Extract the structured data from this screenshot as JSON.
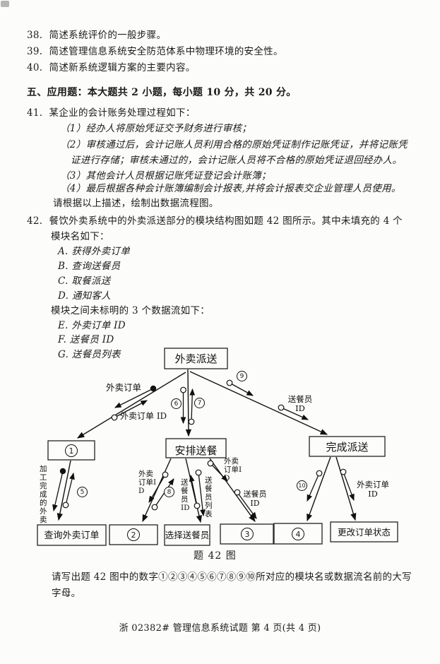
{
  "page": {
    "footer": "浙 02382#  管理信息系统试题  第 4 页(共 4 页)"
  },
  "questions": {
    "q38": "38.  简述系统评价的一般步骤。",
    "q39": "39.  简述管理信息系统安全防范体系中物理环境的安全性。",
    "q40": "40.  简述新系统逻辑方案的主要内容。",
    "section5": "五、应用题：本大题共 2 小题，每小题 10 分，共 20 分。",
    "q41": {
      "intro": "41.  某企业的会计账务处理过程如下：",
      "item1": "（1）经办人将原始凭证交予财务进行审核；",
      "item2a": "（2）审核通过后，会计记账人员利用合格的原始凭证制作记账凭证，并将记账凭",
      "item2b": "证进行存储；审核未通过的，会计记账人员将不合格的原始凭证退回经办人。",
      "item3": "（3）其他会计人员根据记账凭证登记会计账簿；",
      "item4": "（4）最后根据各种会计账簿编制会计报表,并将会计报表交企业管理人员使用。",
      "closing": "请根据以上描述，绘制出数据流程图。"
    },
    "q42": {
      "intro_line1": "42.  餐饮外卖系统中的外卖派送部分的模块结构图如题 42 图所示。其中未填充的 4 个",
      "intro_line2": "模块名如下：",
      "optionA": "A. 获得外卖订单",
      "optionB": "B. 查询送餐员",
      "optionC": "C. 取餐派送",
      "optionD": "D. 通知客人",
      "flow_note": "模块之间未标明的 3 个数据流如下：",
      "optionE": "E. 外卖订单 ID",
      "optionF": "F. 送餐员 ID",
      "optionG": "G. 送餐员列表",
      "closing": "请写出题 42 图中的数字①②③④⑤⑥⑦⑧⑨⑩所对应的模块名或数据流名前的大写字母。"
    }
  },
  "diagram": {
    "caption": "题 42 图",
    "modules": {
      "root": "外卖派送",
      "m1": "1",
      "arrange": "安排送餐",
      "finish": "完成派送",
      "query_order": "查询外卖订单",
      "m2": "2",
      "select_courier": "选择送餐员",
      "m3": "3",
      "m4": "4",
      "update_status": "更改订单状态"
    },
    "couples": {
      "order": "外卖订单",
      "order_id": "外卖订单 ID",
      "order_id_stacked": "外卖订单ID",
      "courier_id": "送餐员 ID",
      "courier_id_stacked": "送餐员ID",
      "courier_list": "送餐员列表",
      "processed_order": "加工完成的外卖",
      "n5": "5",
      "n6": "6",
      "n7": "7",
      "n8": "8",
      "n9": "9",
      "n10": "10"
    }
  }
}
